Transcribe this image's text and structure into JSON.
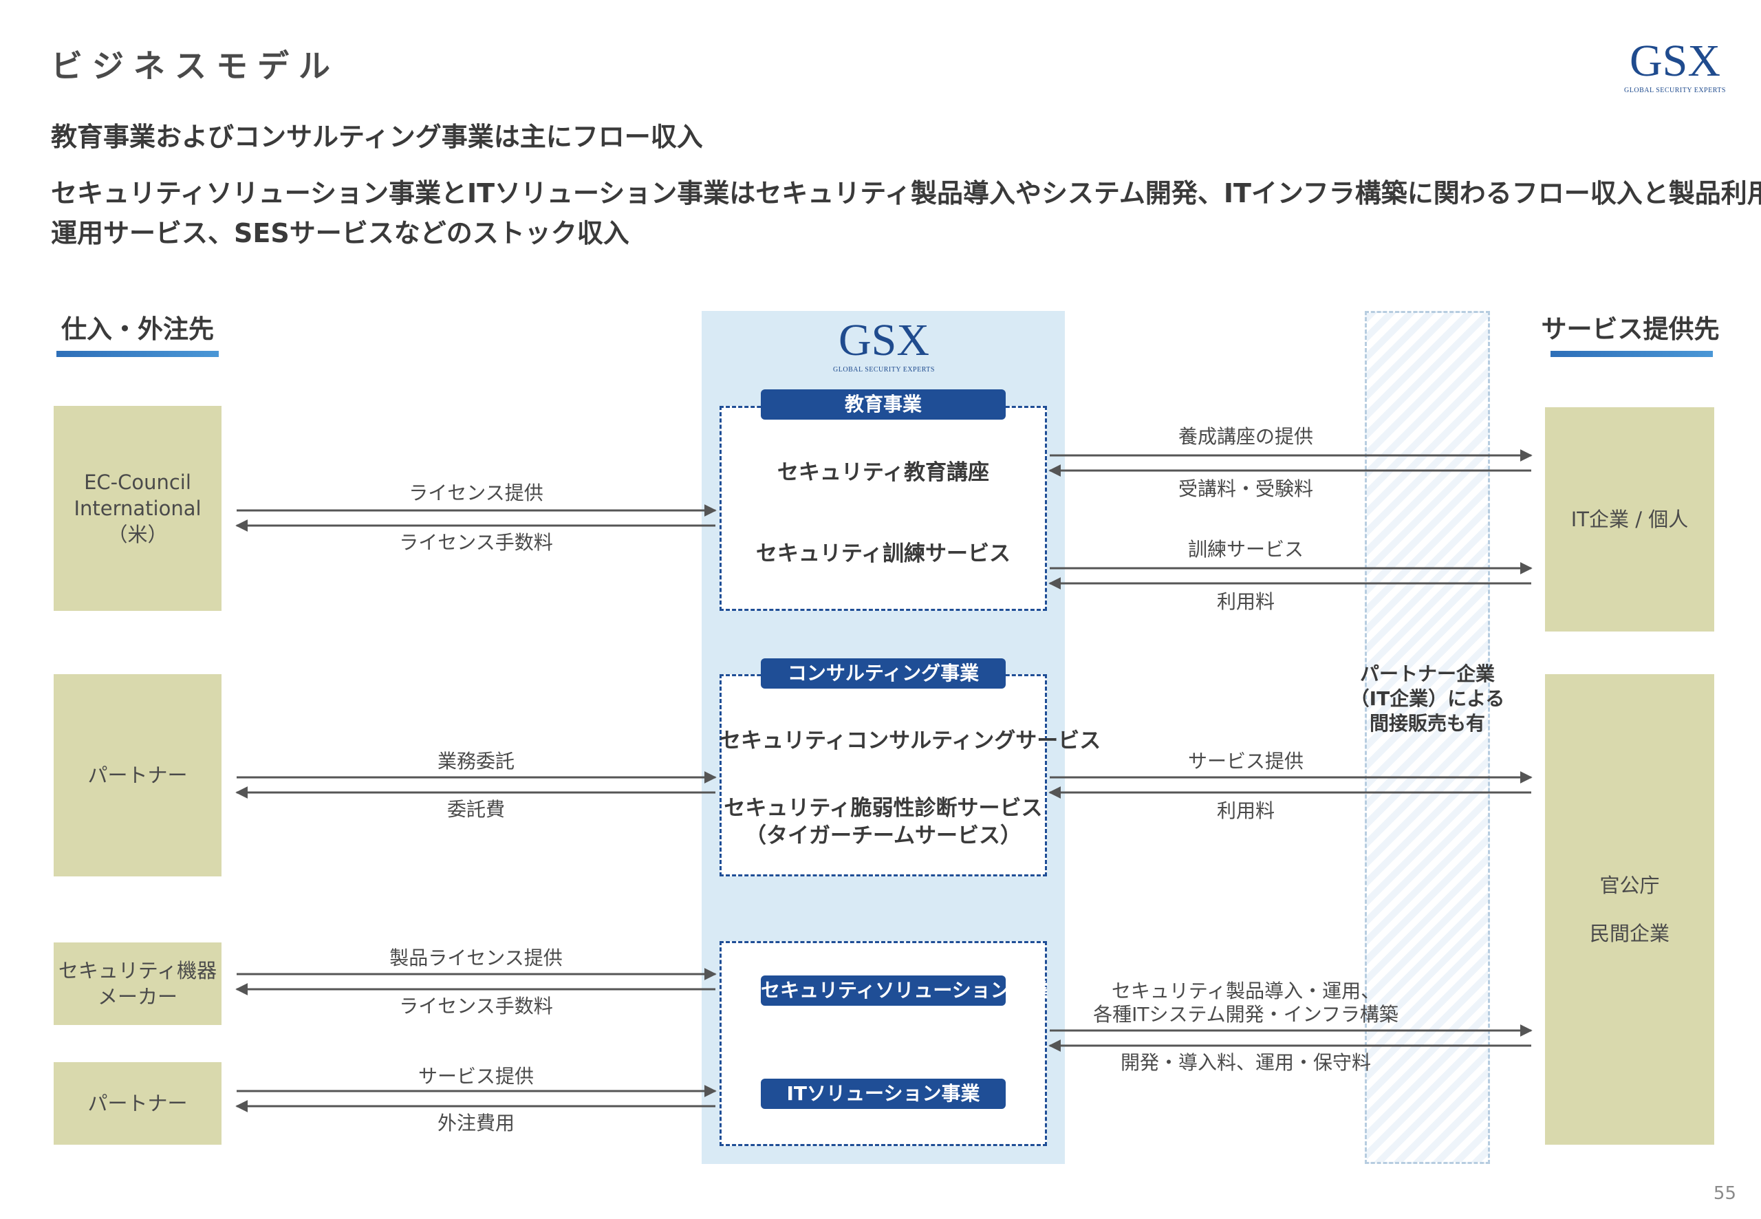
{
  "page": {
    "title": "ビジネスモデル",
    "page_number": "55",
    "logo": {
      "mark": "GSX",
      "tagline": "GLOBAL SECURITY EXPERTS"
    }
  },
  "summary": {
    "line1": "教育事業およびコンサルティング事業は主にフロー収入",
    "line2a": "セキュリティソリューション事業とITソリューション事業はセキュリティ製品導入やシステム開発、ITインフラ構築に関わるフロー収入と製品利用料や",
    "line2b": "運用サービス、SESサービスなどのストック収入"
  },
  "columns": {
    "left": "仕入・外注先",
    "right": "サービス提供先"
  },
  "suppliers": [
    {
      "lines": [
        "EC-Council",
        "International",
        "（米）"
      ]
    },
    {
      "lines": [
        "パートナー"
      ]
    },
    {
      "lines": [
        "セキュリティ機器",
        "メーカー"
      ]
    },
    {
      "lines": [
        "パートナー"
      ]
    }
  ],
  "customers": [
    {
      "lines": [
        "IT企業 / 個人"
      ]
    },
    {
      "lines": [
        "官公庁",
        "",
        "民間企業"
      ]
    }
  ],
  "center": {
    "education": {
      "badge": "教育事業",
      "services": [
        "セキュリティ教育講座",
        "セキュリティ訓練サービス"
      ]
    },
    "consulting": {
      "badge": "コンサルティング事業",
      "services": [
        "セキュリティコンサルティングサービス",
        "セキュリティ脆弱性診断サービス",
        "（タイガーチームサービス）"
      ]
    },
    "solutions": {
      "security_badge": "セキュリティソリューション事業",
      "it_badge": "ITソリューション事業"
    }
  },
  "partner_note": [
    "パートナー企業",
    "（IT企業）による",
    "間接販売も有"
  ],
  "left_flows": [
    {
      "out": "ライセンス提供",
      "back": "ライセンス手数料"
    },
    {
      "out": "業務委託",
      "back": "委託費"
    },
    {
      "out": "製品ライセンス提供",
      "back": "ライセンス手数料"
    },
    {
      "out": "サービス提供",
      "back": "外注費用"
    }
  ],
  "right_flows": [
    {
      "out": "養成講座の提供",
      "back": "受講料・受験料"
    },
    {
      "out": "訓練サービス",
      "back": "利用料"
    },
    {
      "out": "サービス提供",
      "back": "利用料"
    },
    {
      "out_lines": [
        "セキュリティ製品導入・運用、",
        "各種ITシステム開発・インフラ構築"
      ],
      "back": "開発・導入料、運用・保守料"
    }
  ],
  "colors": {
    "accent": "#1f4e96",
    "entity_fill": "#d9d9ad",
    "gsx_panel": "#d9eaf5",
    "arrow": "#555555"
  }
}
